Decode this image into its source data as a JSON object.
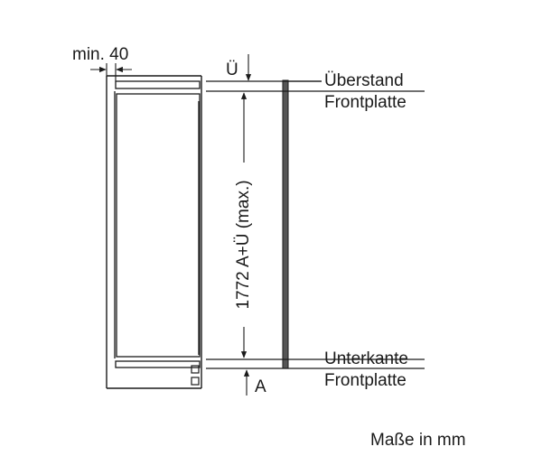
{
  "labels": {
    "min_gap": "min. 40",
    "overhang_symbol": "Ü",
    "overhang_line1": "Überstand",
    "overhang_line2": "Frontplatte",
    "height": "1772 A+Ü (max.)",
    "bottom_line1": "Unterkante",
    "bottom_line2": "Frontplatte",
    "bottom_symbol": "A",
    "units": "Maße in mm"
  },
  "colors": {
    "ink": "#1a1a1a",
    "panel": "#444444",
    "background": "#ffffff"
  }
}
